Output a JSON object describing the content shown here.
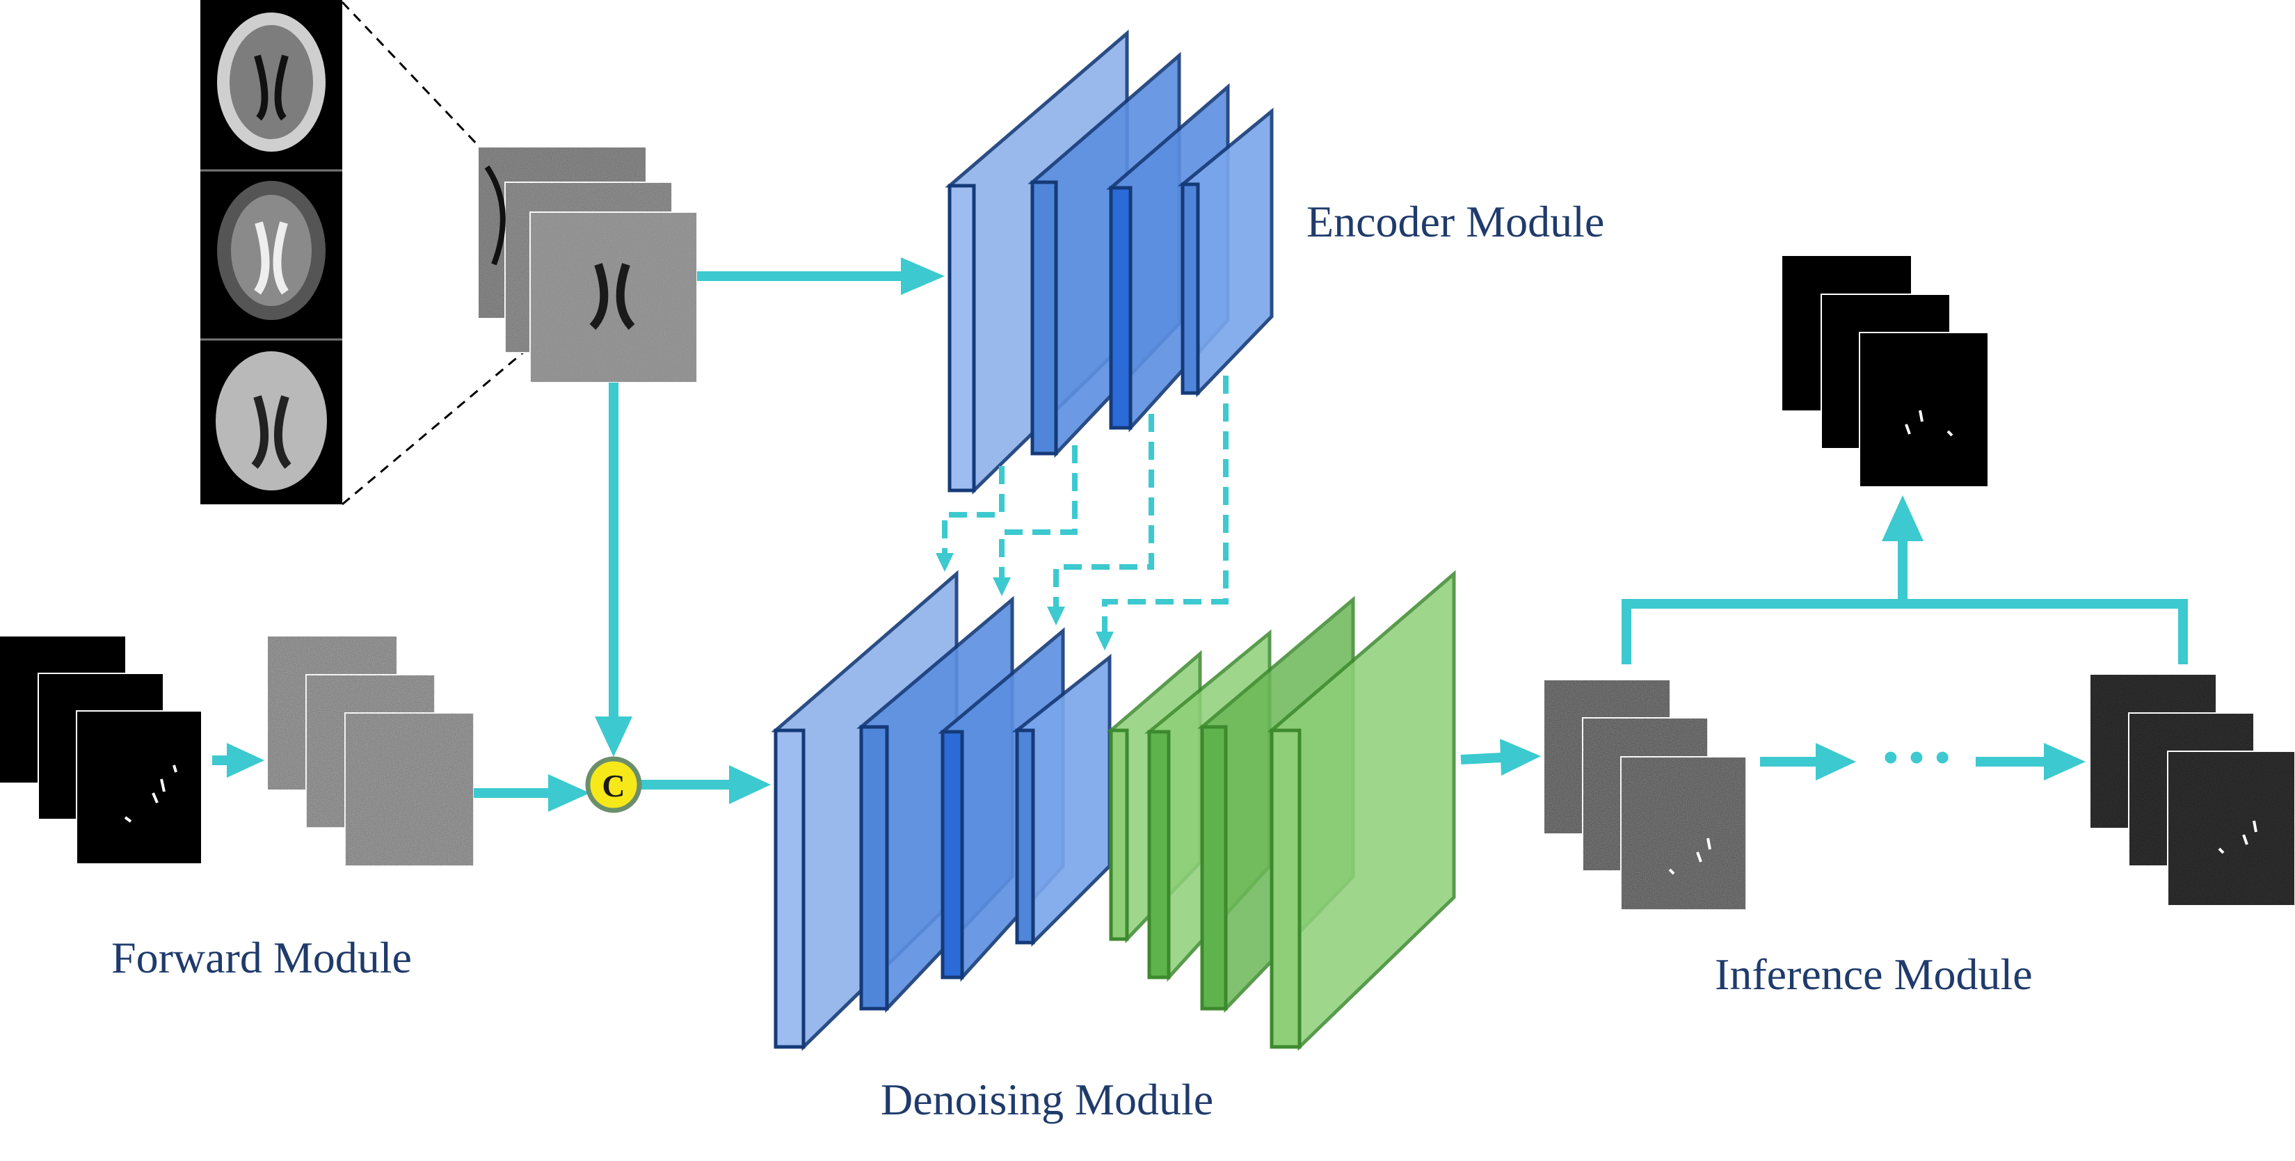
{
  "labels": {
    "encoder": "Encoder Module",
    "forward": "Forward Module",
    "denoising": "Denoising Module",
    "inference": "Inference Module",
    "concat_symbol": "C",
    "ellipsis": "• • •"
  },
  "colors": {
    "arrow": "#3cc9cf",
    "blue_face": "#5b8fe0",
    "blue_edge": "#153a78",
    "green_face": "#7ec36a",
    "green_edge": "#3d8a2e",
    "label_text": "#1f3b6b",
    "concat_fill": "#f7e81a"
  },
  "icons": {
    "concat": "concatenation-c-icon",
    "arrows": "arrow-icon"
  }
}
